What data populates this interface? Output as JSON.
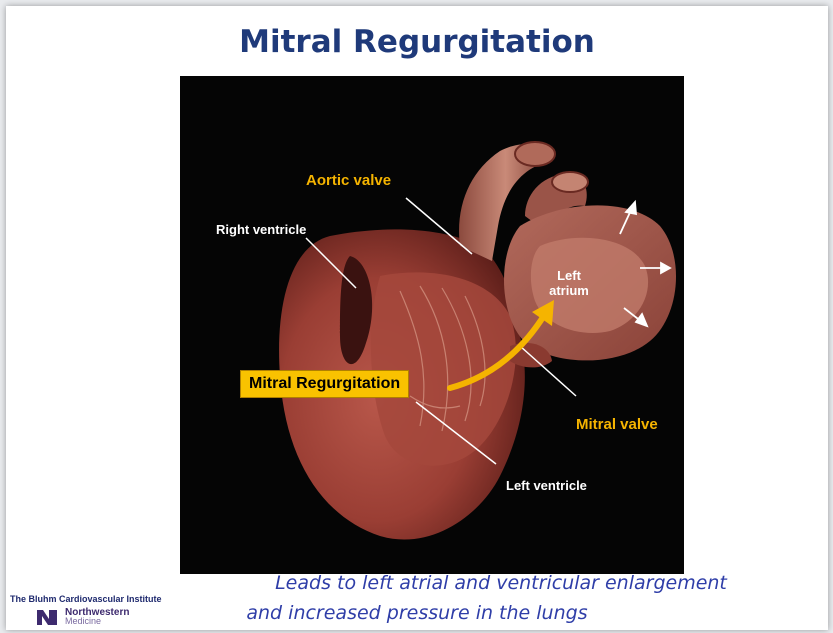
{
  "slide": {
    "title": "Mitral Regurgitation",
    "caption_line1": "Leads to left atrial and ventricular enlargement",
    "caption_line2": "and increased pressure in the lungs"
  },
  "figure": {
    "labels": {
      "aortic_valve": "Aortic valve",
      "right_ventricle": "Right ventricle",
      "left_atrium_line1": "Left",
      "left_atrium_line2": "atrium",
      "mitral_regurgitation": "Mitral Regurgitation",
      "mitral_valve": "Mitral valve",
      "left_ventricle": "Left ventricle"
    },
    "colors": {
      "highlight": "#f5b400",
      "callout_box": "#f9c200",
      "background": "#050505"
    }
  },
  "logo": {
    "institute": "The Bluhm Cardiovascular Institute",
    "name": "Northwestern",
    "sub": "Medicine"
  }
}
